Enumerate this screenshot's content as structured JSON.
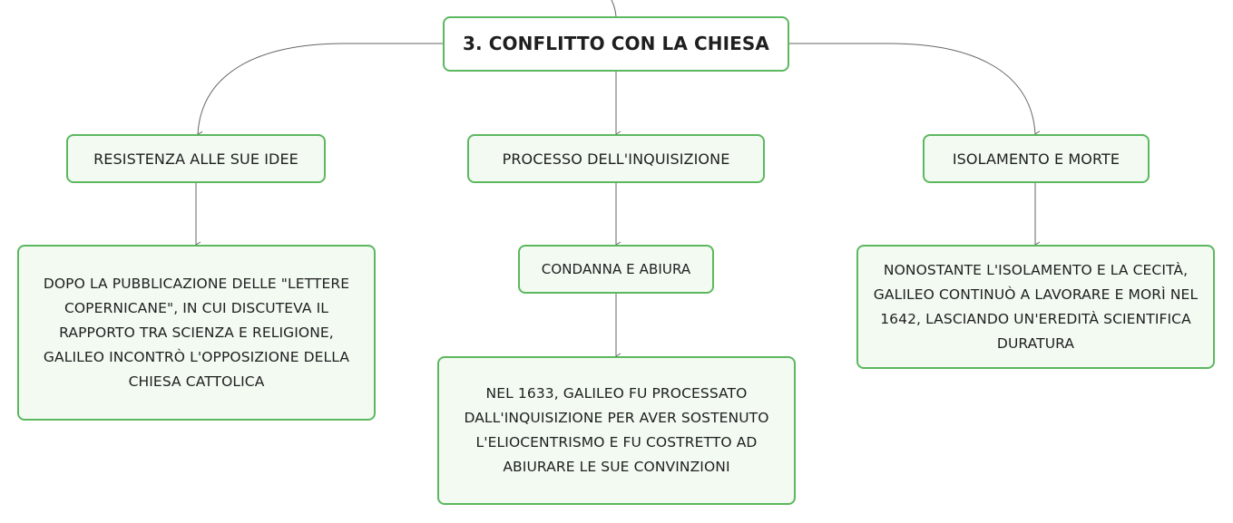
{
  "root": {
    "label": "3. CONFLITTO CON LA CHIESA"
  },
  "branches": [
    {
      "label": "RESISTENZA ALLE SUE IDEE",
      "detail": "DOPO LA PUBBLICAZIONE DELLE \"LETTERE COPERNICANE\", IN CUI DISCUTEVA IL RAPPORTO TRA SCIENZA E RELIGIONE, GALILEO INCONTRÒ L'OPPOSIZIONE DELLA CHIESA CATTOLICA"
    },
    {
      "label": "PROCESSO DELL'INQUISIZIONE",
      "sub": {
        "label": "CONDANNA E ABIURA",
        "detail": "NEL 1633, GALILEO FU PROCESSATO DALL'INQUISIZIONE PER AVER SOSTENUTO L'ELIOCENTRISMO E FU COSTRETTO AD ABIURARE LE SUE CONVINZIONI"
      }
    },
    {
      "label": "ISOLAMENTO E MORTE",
      "detail": "NONOSTANTE L'ISOLAMENTO E LA CECITÀ, GALILEO CONTINUÒ A LAVORARE E MORÌ NEL 1642, LASCIANDO UN'EREDITÀ SCIENTIFICA DURATURA"
    }
  ],
  "colors": {
    "node_border": "#5cb85f",
    "node_fill": "#f2faf2",
    "connector": "#666666"
  }
}
